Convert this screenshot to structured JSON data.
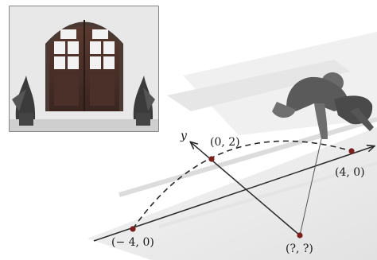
{
  "labels": {
    "y_axis": "y",
    "top_point": "(0, 2)",
    "right_point": "(4, 0)",
    "left_point": "(− 4, 0)",
    "bottom_point": "(?, ?)"
  },
  "colors": {
    "line": "#2a2a2a",
    "point": "#7a1f1f",
    "floor": "#ececec",
    "photo_frame": "#333333"
  },
  "icons": {
    "doorway_photo": "double-door-photo",
    "worker": "kneeling-worker-figure"
  }
}
